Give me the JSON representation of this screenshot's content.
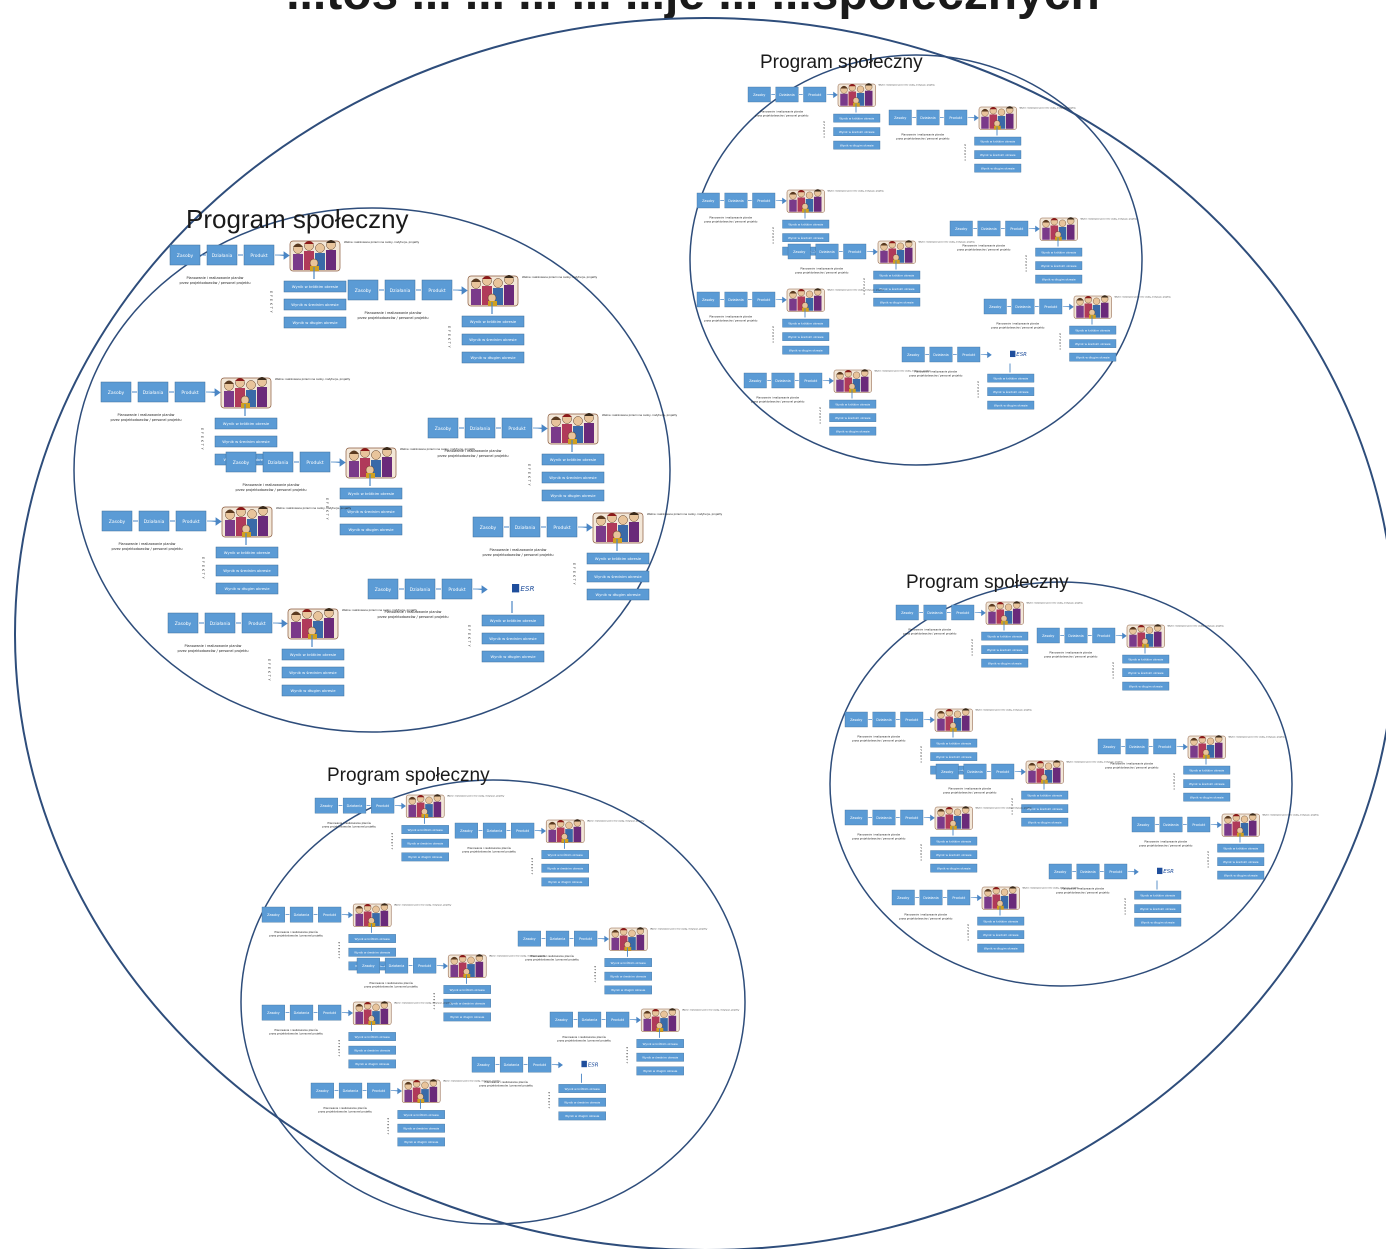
{
  "title": {
    "text": "...toś ... ... ... ... ...je ... ...społecznych",
    "program_label": "Program społeczny"
  },
  "programs": [
    {
      "label": "Program społeczny"
    },
    {
      "label": "Program społeczny"
    },
    {
      "label": "Program społeczny"
    },
    {
      "label": "Program społeczny"
    }
  ],
  "project_unit": {
    "boxes": [
      "Zasoby",
      "Działania",
      "Produkt"
    ],
    "outcomes": [
      "Wynik  w krótkim okresie",
      "Wynik  w średnim okresie",
      "Wynik  w długim okresie"
    ],
    "planning_note": "Planowanie i realizowanie planów przez projektodawców / personel projektu",
    "effects_label": "EFEKTY",
    "side_note": "Ważne: realizowane przez inne osoby, instytucje, projekty",
    "logo_text": "ESR"
  },
  "colors": {
    "box_fill": "#5b9bd5",
    "box_stroke": "#41719c",
    "circle_stroke": "#2e4d7b",
    "arrow": "#4a86c5",
    "text": "#1a1a1a"
  },
  "icons": {
    "people": "people-group-icon",
    "logo": "efs-logo-icon"
  }
}
